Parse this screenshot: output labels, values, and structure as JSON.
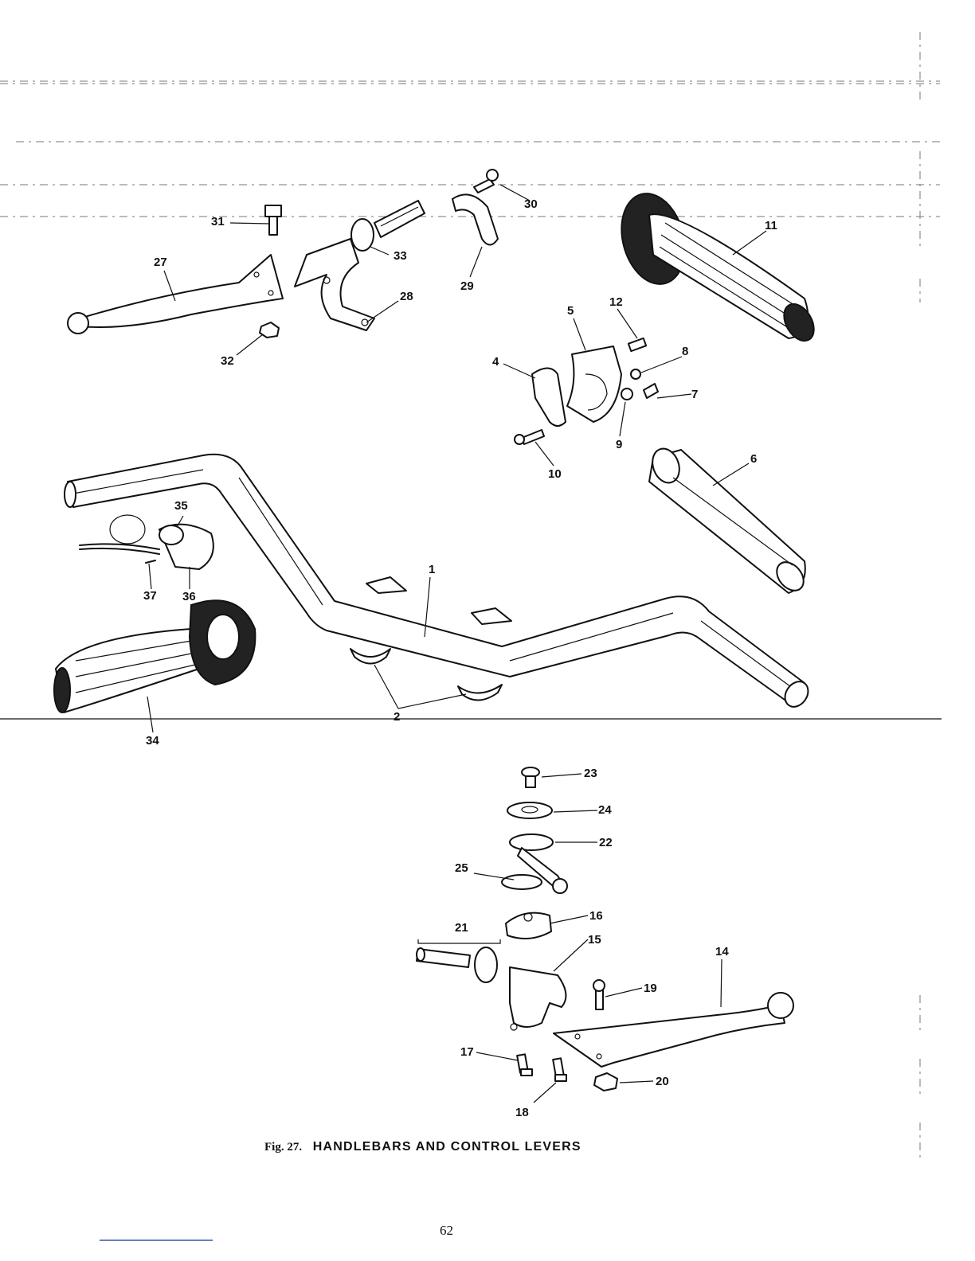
{
  "figure": {
    "number_label": "Fig. 27.",
    "title": "HANDLEBARS AND CONTROL LEVERS"
  },
  "page_number": "62",
  "callouts": [
    "1",
    "2",
    "4",
    "5",
    "6",
    "7",
    "8",
    "9",
    "10",
    "11",
    "12",
    "14",
    "15",
    "16",
    "17",
    "18",
    "19",
    "20",
    "21",
    "22",
    "23",
    "24",
    "25",
    "27",
    "28",
    "29",
    "30",
    "31",
    "32",
    "33",
    "34",
    "35",
    "36",
    "37"
  ],
  "colors": {
    "ink": "#111111",
    "paper": "#ffffff",
    "scan_noise": "#777777"
  }
}
